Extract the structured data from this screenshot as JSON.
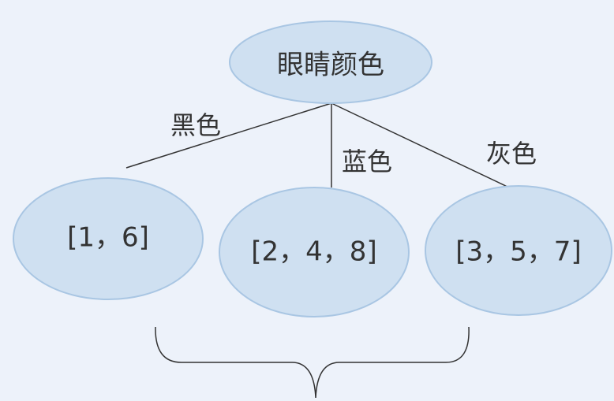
{
  "root": {
    "label": "眼睛颜色"
  },
  "edges": [
    {
      "label": "黑色"
    },
    {
      "label": "蓝色"
    },
    {
      "label": "灰色"
    }
  ],
  "children": [
    {
      "label": "[1，6]"
    },
    {
      "label": "[2，4，8]"
    },
    {
      "label": "[3，5，7]"
    }
  ],
  "colors": {
    "background": "#edf2fa",
    "node_fill": "#cfe0f1",
    "node_stroke": "#a9c6e3",
    "line": "#333333"
  }
}
